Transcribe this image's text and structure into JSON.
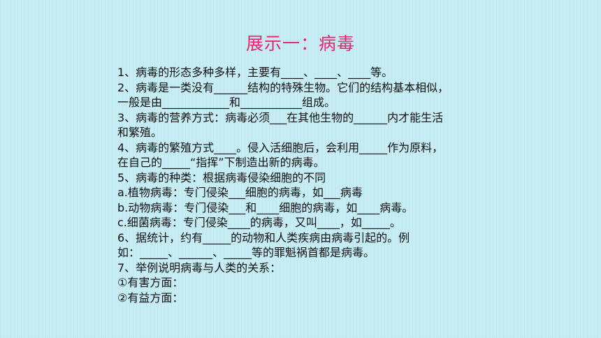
{
  "slide": {
    "title": "展示一：病毒",
    "lines": [
      "1、病毒的形态多种多样，主要有____、____、____等。",
      "2、病毒是一类没有______结构的特殊生物。它们的结构基本相似，",
      "一般是由____________和___________组成。",
      "3、病毒的营养方式：病毒必须___在其他生物的______内才能生活",
      "和繁殖。",
      "4、病毒的繁殖方式____。侵入活细胞后，会利用_____作为原料，",
      "在自己的_____“指挥”下制造出新的病毒。",
      "5、病毒的种类：根据病毒侵染细胞的不同",
      "a.植物病毒：专门侵染___细胞的病毒，如___病毒",
      "b.动物病毒：专门侵染___和____细胞的病毒，如____病毒。",
      "c.细菌病毒：专门侵染____的病毒，又叫____，如_____。",
      "6、据统计，约有_____的动物和人类疾病由病毒引起的。例",
      "如：_____、______、_____等的罪魁祸首都是病毒。",
      "7、举例说明病毒与人类的关系：",
      "①有害方面：",
      "②有益方面："
    ]
  }
}
